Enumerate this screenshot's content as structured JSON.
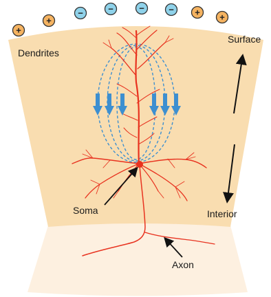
{
  "labels": {
    "dendrites": "Dendrites",
    "surface": "Surface",
    "soma": "Soma",
    "interior": "Interior",
    "axon": "Axon"
  },
  "charges": [
    {
      "sign": "+",
      "polarity": "positive"
    },
    {
      "sign": "+",
      "polarity": "positive"
    },
    {
      "sign": "−",
      "polarity": "negative"
    },
    {
      "sign": "−",
      "polarity": "negative"
    },
    {
      "sign": "−",
      "polarity": "negative"
    },
    {
      "sign": "−",
      "polarity": "negative"
    },
    {
      "sign": "+",
      "polarity": "positive"
    },
    {
      "sign": "+",
      "polarity": "positive"
    }
  ],
  "colors": {
    "cortex": "#f9ddb0",
    "white_matter": "#fdf0e0",
    "neuron": "#e8321f",
    "current_arrows": "#3d8fd0",
    "field_lines": "#3d8fd0",
    "positive_charge": "#f5b361",
    "negative_charge": "#8fd2ea"
  },
  "icons": {
    "current_arrow": "down-arrow-icon",
    "direction_arrow": "double-arrow-icon"
  }
}
